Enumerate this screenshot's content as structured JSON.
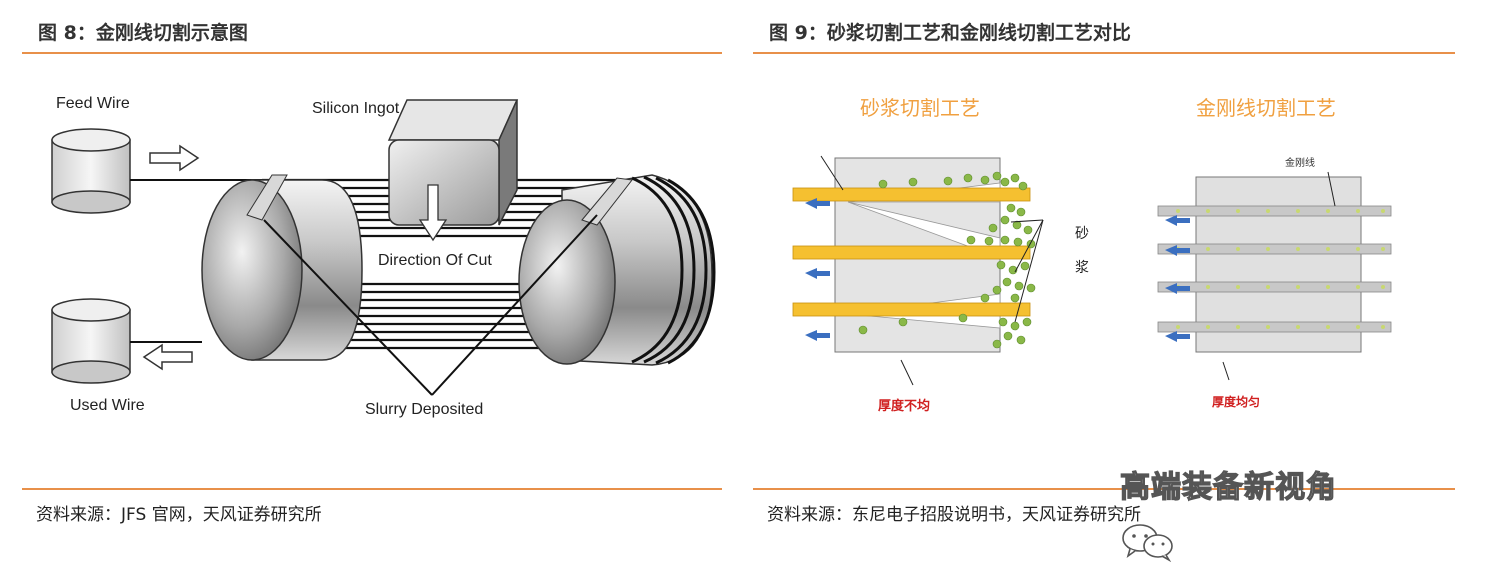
{
  "figure8": {
    "title": "图 8：金刚线切割示意图",
    "labels": {
      "feed_wire": "Feed Wire",
      "silicon_ingot": "Silicon Ingot",
      "direction_of_cut": "Direction Of Cut",
      "used_wire": "Used Wire",
      "slurry_deposited": "Slurry Deposited"
    },
    "source": "资料来源：JFS 官网，天风证券研究所"
  },
  "figure9": {
    "title": "图 9：砂浆切割工艺和金刚线切割工艺对比",
    "left_process_title": "砂浆切割工艺",
    "right_process_title": "金刚线切割工艺",
    "slurry_label_1": "砂",
    "slurry_label_2": "浆",
    "diamond_wire_label": "金刚线",
    "left_thickness": "厚度不均",
    "right_thickness": "厚度均匀",
    "source": "资料来源：东尼电子招股说明书，天风证券研究所"
  },
  "watermark": "高端装备新视角",
  "colors": {
    "rule": "#e8904a",
    "process_title": "#f0a040",
    "thickness_label": "#d02020",
    "wire": "#f5c030",
    "arrow": "#3b6fc0",
    "slurry": "#8ab848"
  }
}
